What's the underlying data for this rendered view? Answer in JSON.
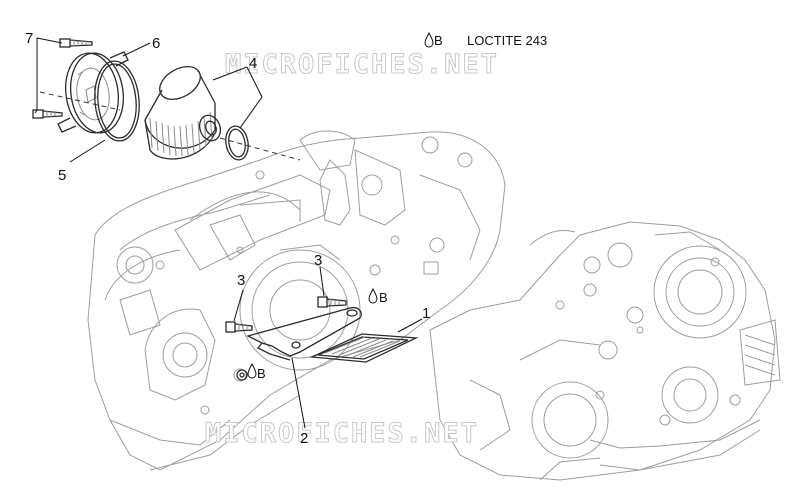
{
  "legend": {
    "symbol": "B",
    "text": "LOCTITE 243"
  },
  "watermark": "MICROFICHES.NET",
  "callouts": {
    "c7": "7",
    "c6": "6",
    "c4": "4",
    "c5": "5",
    "c3a": "3",
    "c3b": "3",
    "c1": "1",
    "c2": "2"
  },
  "loctite_marks": {
    "m1": "B",
    "m2": "B"
  }
}
